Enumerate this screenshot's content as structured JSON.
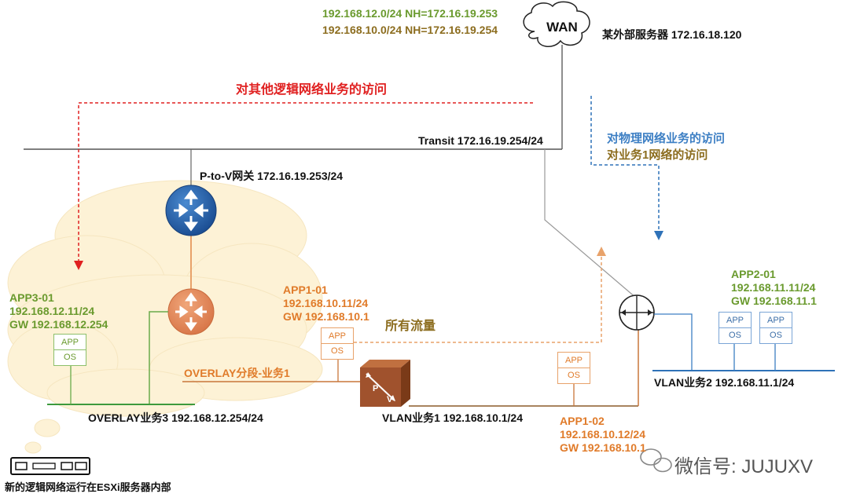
{
  "wan": {
    "label": "WAN",
    "routes": [
      "192.168.12.0/24 NH=172.16.19.253",
      "192.168.10.0/24 NH=172.16.19.254"
    ],
    "external_server": "某外部服务器 172.16.18.120"
  },
  "transit": {
    "label": "Transit 172.16.19.254/24"
  },
  "gateway": {
    "label": "P-to-V网关 172.16.19.253/24"
  },
  "flows": {
    "other_logical": "对其他逻辑网络业务的访问",
    "physical": "对物理网络业务的访问",
    "vlan1": "对业务1网络的访问",
    "all_traffic": "所有流量"
  },
  "app3": {
    "lines": [
      "APP3-01",
      "192.168.12.11/24",
      "GW 192.168.12.254"
    ]
  },
  "app1_01": {
    "lines": [
      "APP1-01",
      "192.168.10.11/24",
      "GW 192.168.10.1"
    ]
  },
  "app1_02": {
    "lines": [
      "APP1-02",
      "192.168.10.12/24",
      "GW 192.168.10.1"
    ]
  },
  "app2": {
    "lines": [
      "APP2-01",
      "192.168.11.11/24",
      "GW 192.168.11.1"
    ]
  },
  "vm_box": {
    "app": "APP",
    "os": "OS"
  },
  "segments": {
    "overlay_seg1": "OVERLAY分段-业务1",
    "overlay3": "OVERLAY业务3 192.168.12.254/24",
    "vlan1": "VLAN业务1 192.168.10.1/24",
    "vlan2": "VLAN业务2 192.168.11.1/24"
  },
  "bridge_letters": {
    "p": "P",
    "v": "V"
  },
  "legend": {
    "text": "新的逻辑网络运行在ESXi服务器内部"
  },
  "watermark": {
    "text": "微信号: JUJUXV"
  },
  "colors": {
    "green": "#6a9a2e",
    "olive": "#8c6d1f",
    "orange": "#e07b2a",
    "red": "#e02020",
    "blue": "#3d7fc4",
    "cloud": "#fdf2d6",
    "bridge": "#a0522d"
  }
}
